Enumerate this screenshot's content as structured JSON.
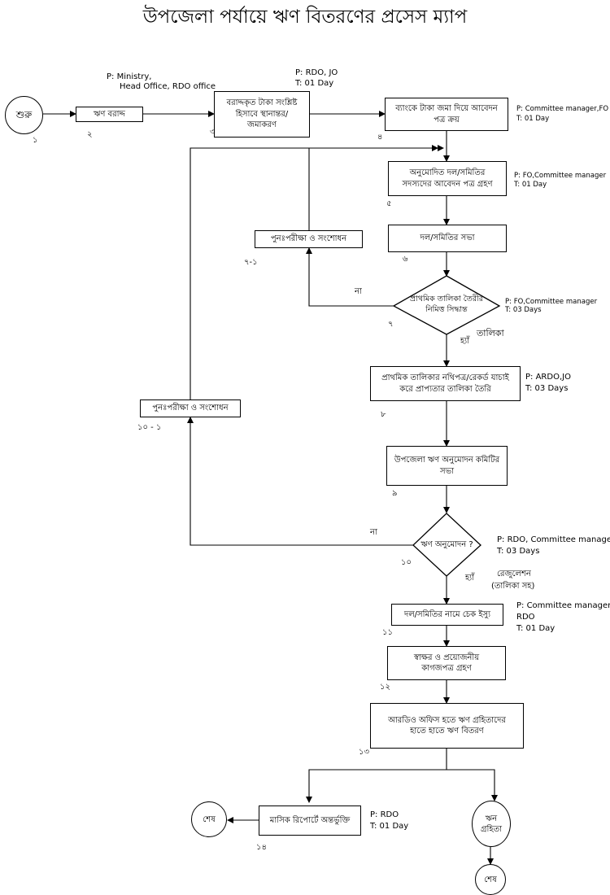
{
  "title": "উপজেলা পর্যায়ে ঋণ বিতরণের প্রসেস ম্যাপ",
  "nodes": {
    "start": "শুরু",
    "n2": "ঋণ বরাদ্দ",
    "n3": "বরাদ্দকৃত টাকা সংশ্লিষ্ট হিসাবে স্থানান্তর/জমাকরণ",
    "n4": "ব্যাংকে টাকা জমা দিয়ে আবেদন পত্র ক্রয়",
    "n5": "অনুমোদিত দল/সমিতির সদস্যদের আবেদন পত্র গ্রহণ",
    "n6": "দল/সমিতির সভা",
    "n7_1": "পুনঃপরীক্ষা ও সংশোধন",
    "n7": "প্রাথমিক তালিকা তৈরীর নিমিত্ত সিদ্ধান্ত",
    "n8": "প্রাথমিক তালিকার নথিপত্র/রেকর্ড যাচাই করে প্রাপ্যতার তালিকা তৈরি",
    "n10_1": "পুনঃপরীক্ষা ও সংশোধন",
    "n9": "উপজেলা ঋণ অনুমোদন কমিটির সভা",
    "n10": "ঋণ অনুমোদন ?",
    "n11": "দল/সমিতির নামে চেক ইস্যু",
    "n12": "স্বাক্ষর ও প্রয়োজনীয় কাগজপত্র গ্রহণ",
    "n13": "আরডিও অফিস হতে ঋণ গ্রহিতাদের হাতে হাতে ঋণ বিতরণ",
    "n14": "মাসিক রিপোর্টে অন্তর্ভুক্তি",
    "end1": "শেষ",
    "borrower": "ঋন গ্রহিতা",
    "end2": "শেষ"
  },
  "numbers": {
    "n1": "১",
    "n2": "২",
    "n3": "৩",
    "n4": "৪",
    "n5": "৫",
    "n6": "৬",
    "n7_1": "৭-১",
    "n7": "৭",
    "n8": "৮",
    "n9": "৯",
    "n10_1": "১০ - ১",
    "n10": "১০",
    "n11": "১১",
    "n12": "১২",
    "n13": "১৩",
    "n14": "১৪"
  },
  "edge_labels": {
    "no_7": "না",
    "yes_7": "হ্যাঁ",
    "list_7": "তালিকা",
    "no_10": "না",
    "yes_10": "হ্যাঁ",
    "resolution_1": "রেজুলেশন",
    "resolution_2": "(তালিকা সহ)"
  },
  "pt_notes": {
    "n2": {
      "p": "P:  Ministry,",
      "p2": "Head Office, RDO office"
    },
    "n3": {
      "p": "P:  RDO, JO",
      "t": "T:  01 Day"
    },
    "n4": {
      "p": "P:  Committee manager,FO",
      "t": "T:  01 Day"
    },
    "n5": {
      "p": "P:  FO,Committee manager",
      "t": "T:  01 Day"
    },
    "n7": {
      "p": "P:  FO,Committee manager",
      "t": "T:  03 Days"
    },
    "n8": {
      "p": "P: ARDO,JO",
      "t": "T:  03 Days"
    },
    "n10": {
      "p": "P: RDO, Committee manager,",
      "t": "T:  03 Days"
    },
    "n11": {
      "p": "P: Committee manager,",
      "p2": "RDO",
      "t": "T:  01 Day"
    },
    "n14": {
      "p": "P: RDO",
      "t": "T:  01 Day"
    }
  }
}
